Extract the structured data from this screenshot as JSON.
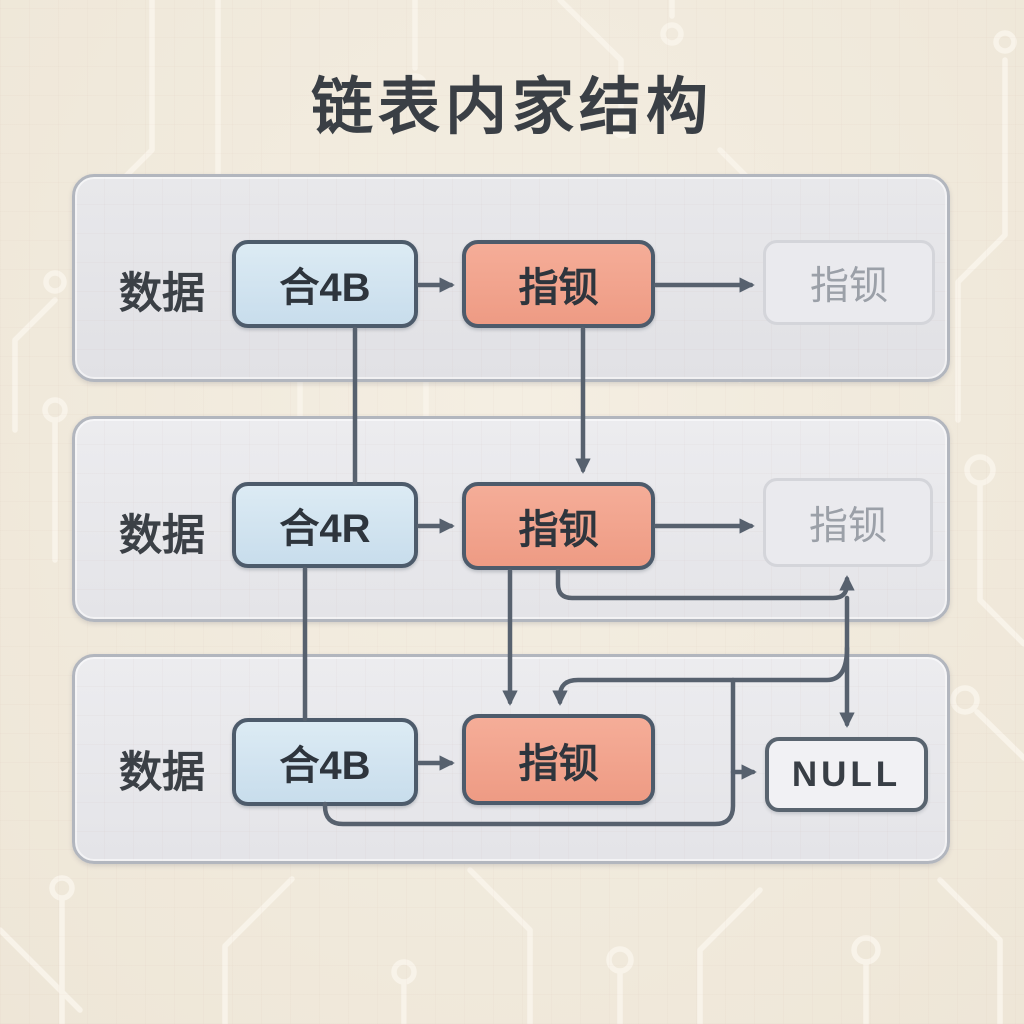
{
  "title": "链表内家结构",
  "rows": [
    {
      "label": "数据",
      "data_box": "合4B",
      "pointer_box": "指钡",
      "next_box": "指钡"
    },
    {
      "label": "数据",
      "data_box": "合4R",
      "pointer_box": "指钡",
      "next_box": "指钡"
    },
    {
      "label": "数据",
      "data_box": "合4B",
      "pointer_box": "指钡",
      "next_box": "NULL"
    }
  ],
  "colors": {
    "background": "#f0e9db",
    "circuit_trace": "#f8f3e9",
    "panel_fill": "#e9e9ec",
    "panel_border": "#b2b6be",
    "data_box_fill": "#cfe1ee",
    "pointer_box_fill": "#f1a28c",
    "box_border": "#4d5b6b",
    "ghost_box_fill": "#eaeaee",
    "ghost_box_border": "#d4d5da",
    "ghost_text": "#9ba0a8",
    "null_box_fill": "#f1f1f4",
    "arrow": "#57616e",
    "title_text": "#3a3f45"
  }
}
